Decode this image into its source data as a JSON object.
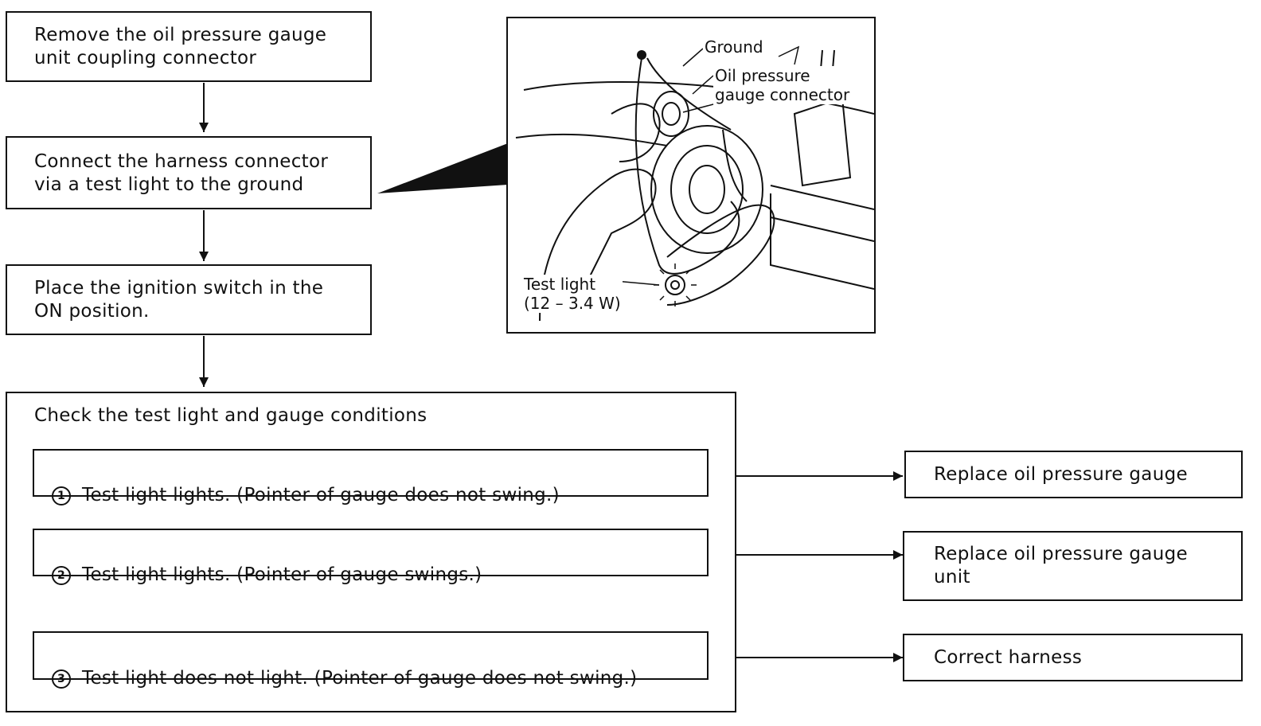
{
  "steps": [
    {
      "text": "Remove the oil pressure gauge\nunit coupling connector"
    },
    {
      "text": "Connect the harness connector\nvia a test light to the ground"
    },
    {
      "text": "Place the ignition switch in the\nON position."
    }
  ],
  "check": {
    "title": "Check the test light and gauge conditions",
    "conditions": [
      {
        "num": "1",
        "text": "Test light lights. (Pointer of gauge does not swing.)",
        "result": "Replace oil pressure gauge"
      },
      {
        "num": "2",
        "text": "Test light lights. (Pointer of gauge swings.)",
        "result": "Replace oil pressure gauge\nunit"
      },
      {
        "num": "3",
        "text": "Test light does not light. (Pointer of gauge does not swing.)",
        "result": "Correct harness"
      }
    ]
  },
  "illustration": {
    "ground_label": "Ground",
    "connector_label": "Oil pressure\ngauge connector",
    "test_light_label": "Test light\n(12 – 3.4 W)"
  }
}
